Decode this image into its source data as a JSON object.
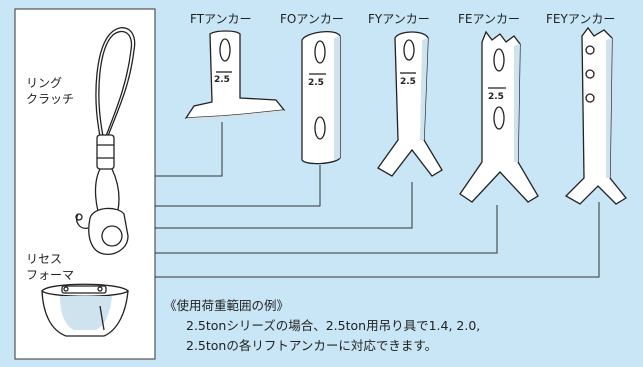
{
  "labels": {
    "ring_clutch": [
      "リング",
      "クラッチ"
    ],
    "recess_former": [
      "リセス",
      "フォーマ"
    ],
    "anchors": [
      "FTアンカー",
      "FOアンカー",
      "FYアンカー",
      "FEアンカー",
      "FEYアンカー"
    ],
    "rating_mark": "2.5"
  },
  "note": {
    "heading": "《使用荷重範囲の例》",
    "line1": "2.5tonシリーズの場合、2.5ton用吊り具で1.4, 2.0,",
    "line2": "2.5tonの各リフトアンカーに対応できます。"
  },
  "colors": {
    "background": "#c9e6f7",
    "panel": "#ffffff",
    "ink": "#222222"
  }
}
